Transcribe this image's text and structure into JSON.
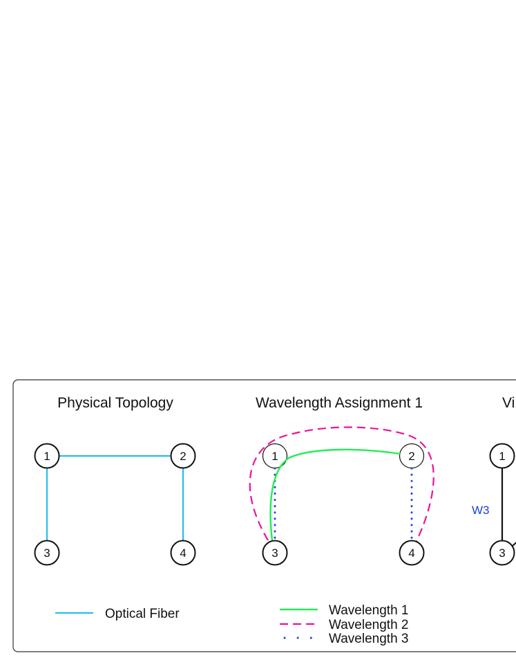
{
  "panels": {
    "physical": {
      "title": "Physical Topology",
      "nodes": [
        "1",
        "2",
        "3",
        "4"
      ],
      "legend": {
        "fiber": "Optical Fiber"
      }
    },
    "assignment": {
      "title": "Wavelength Assignment 1",
      "nodes": [
        "1",
        "2",
        "3",
        "4"
      ],
      "legend": {
        "w1": "Wavelength 1",
        "w2": "Wavelength 2",
        "w3": "Wavelength 3"
      }
    },
    "virtual": {
      "title": "Vi",
      "nodes": [
        "1",
        "3"
      ],
      "link_label": "W3"
    }
  },
  "colors": {
    "fiber": "#26bfe8",
    "wavelength1": "#22ee55",
    "wavelength2": "#ee1199",
    "wavelength3": "#2244dd",
    "w3_label": "#1a3fd8",
    "stroke": "#111111"
  }
}
